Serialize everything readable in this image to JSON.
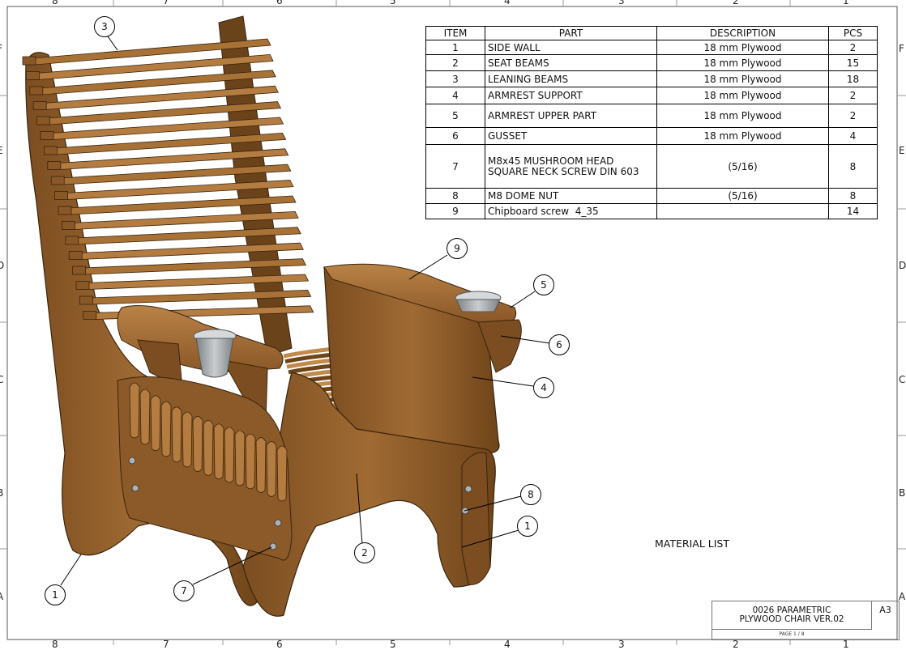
{
  "border": {
    "columns": [
      "8",
      "7",
      "6",
      "5",
      "4",
      "3",
      "2",
      "1"
    ],
    "rows": [
      "F",
      "E",
      "D",
      "C",
      "B",
      "A"
    ]
  },
  "parts_table": {
    "headers": [
      "ITEM",
      "PART",
      "DESCRIPTION",
      "PCS"
    ],
    "rows": [
      {
        "item": "1",
        "part": "SIDE WALL",
        "description": "18 mm Plywood",
        "pcs": "2"
      },
      {
        "item": "2",
        "part": "SEAT BEAMS",
        "description": "18 mm Plywood",
        "pcs": "15"
      },
      {
        "item": "3",
        "part": "LEANING BEAMS",
        "description": "18 mm Plywood",
        "pcs": "18"
      },
      {
        "item": "4",
        "part": "ARMREST SUPPORT",
        "description": "18 mm Plywood",
        "pcs": "2"
      },
      {
        "item": "5",
        "part": "ARMREST UPPER PART",
        "description": "18 mm Plywood",
        "pcs": "2"
      },
      {
        "item": "6",
        "part": "GUSSET",
        "description": "18 mm Plywood",
        "pcs": "4"
      },
      {
        "item": "7",
        "part_line1": "M8x45 MUSHROOM HEAD",
        "part_line2": "SQUARE NECK SCREW DIN 603",
        "description": "(5/16)",
        "pcs": "8"
      },
      {
        "item": "8",
        "part": "M8 DOME NUT",
        "description": "(5/16)",
        "pcs": "8"
      },
      {
        "item": "9",
        "part": "Chipboard screw  4_35",
        "description": "",
        "pcs": "14"
      }
    ]
  },
  "balloons": {
    "b3": "3",
    "b9": "9",
    "b5": "5",
    "b6": "6",
    "b4": "4",
    "b8": "8",
    "b1_right": "1",
    "b2": "2",
    "b1_left": "1",
    "b7": "7"
  },
  "material_list_label": "MATERIAL LIST",
  "title_block": {
    "line1": "0026 PARAMETRIC",
    "line2": "PLYWOOD CHAIR VER.02",
    "sheet_size": "A3",
    "page": "PAGE 1 / 8"
  },
  "colors": {
    "wood_light": "#b07a3c",
    "wood_mid": "#8a5a28",
    "wood_dark": "#5e3a16",
    "cup_metal": "#a9adb0"
  }
}
